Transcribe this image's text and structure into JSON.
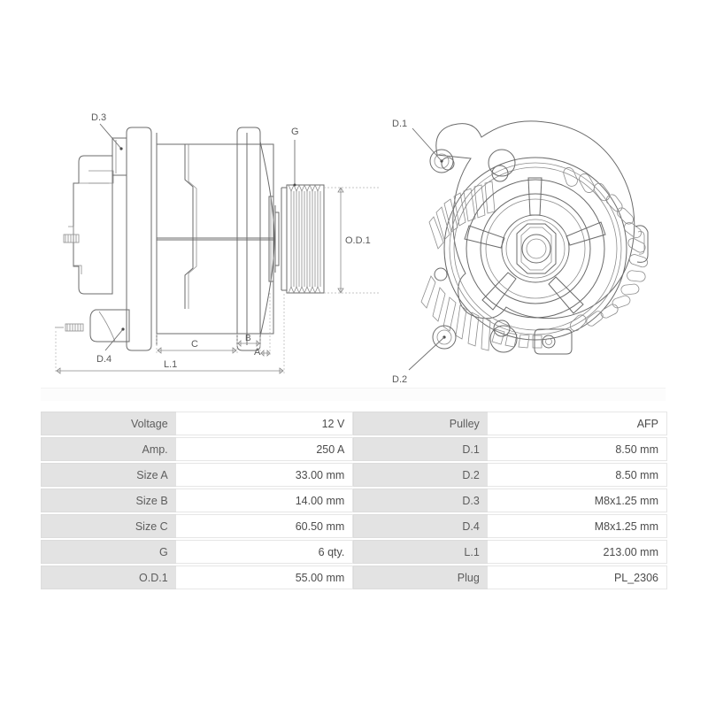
{
  "drawings": {
    "side_view": {
      "name": "alternator-side-view",
      "labels": {
        "d3": "D.3",
        "d4": "D.4",
        "g": "G",
        "od1": "O.D.1",
        "a": "A",
        "b": "B",
        "c": "C",
        "l1": "L.1"
      }
    },
    "front_view": {
      "name": "alternator-front-view",
      "labels": {
        "d1": "D.1",
        "d2": "D.2"
      }
    }
  },
  "spec_table": {
    "rows": [
      {
        "label_left": "Voltage",
        "value_left": "12 V",
        "label_right": "Pulley",
        "value_right": "AFP"
      },
      {
        "label_left": "Amp.",
        "value_left": "250 A",
        "label_right": "D.1",
        "value_right": "8.50 mm"
      },
      {
        "label_left": "Size A",
        "value_left": "33.00 mm",
        "label_right": "D.2",
        "value_right": "8.50 mm"
      },
      {
        "label_left": "Size B",
        "value_left": "14.00 mm",
        "label_right": "D.3",
        "value_right": "M8x1.25 mm"
      },
      {
        "label_left": "Size C",
        "value_left": "60.50 mm",
        "label_right": "D.4",
        "value_right": "M8x1.25 mm"
      },
      {
        "label_left": "G",
        "value_left": "6 qty.",
        "label_right": "L.1",
        "value_right": "213.00 mm"
      },
      {
        "label_left": "O.D.1",
        "value_left": "55.00 mm",
        "label_right": "Plug",
        "value_right": "PL_2306"
      }
    ]
  },
  "colors": {
    "label_cell_bg": "#e3e3e3",
    "value_cell_bg": "#ffffff",
    "text": "#4c4c4c",
    "line": "#6b6b6b"
  }
}
